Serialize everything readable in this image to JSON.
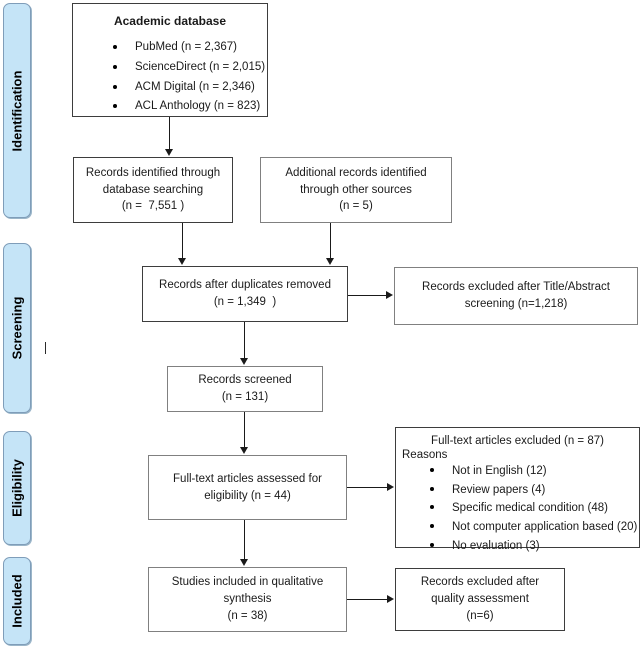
{
  "diagram": {
    "title": "PRISMA study selection flow diagram",
    "accent_color": "#c5e4f7",
    "border_color": "#3d3d3d"
  },
  "stages": [
    {
      "label": "Identification"
    },
    {
      "label": "Screening"
    },
    {
      "label": "Eligibility"
    },
    {
      "label": "Included"
    }
  ],
  "database_box": {
    "title": "Academic database",
    "items": [
      "PubMed (n = 2,367)",
      "ScienceDirect (n = 2,015)",
      "ACM Digital (n = 2,346)",
      "ACL Anthology (n = 823)"
    ]
  },
  "nodes": {
    "identified": {
      "line1": "Records identified through",
      "line2": "database searching",
      "line3": "(n =  7,551 )"
    },
    "additional": {
      "line1": "Additional records identified",
      "line2": "through other sources",
      "line3": "(n = 5)"
    },
    "duplicates_removed": {
      "line1": "Records after duplicates removed",
      "line2": "(n = 1,349  )"
    },
    "excluded_title_abstract": {
      "line1": "Records excluded after Title/Abstract",
      "line2": "screening (n=1,218)"
    },
    "screened": {
      "line1": "Records screened",
      "line2": "(n = 131)"
    },
    "fulltext_assessed": {
      "line1": "Full-text articles assessed for",
      "line2": "eligibility (n = 44)"
    },
    "included_qualitative": {
      "line1": "Studies included in qualitative",
      "line2": "synthesis",
      "line3": "(n = 38)"
    },
    "excluded_quality": {
      "line1": "Records excluded after",
      "line2": "quality assessment",
      "line3": "(n=6)"
    }
  },
  "excluded_reasons_box": {
    "title": "Full-text articles excluded (n = 87)",
    "subtitle": "Reasons",
    "items": [
      "Not in English (12)",
      "Review papers (4)",
      "Specific medical condition (48)",
      "Not computer application based (20)",
      "No evaluation (3)"
    ]
  }
}
